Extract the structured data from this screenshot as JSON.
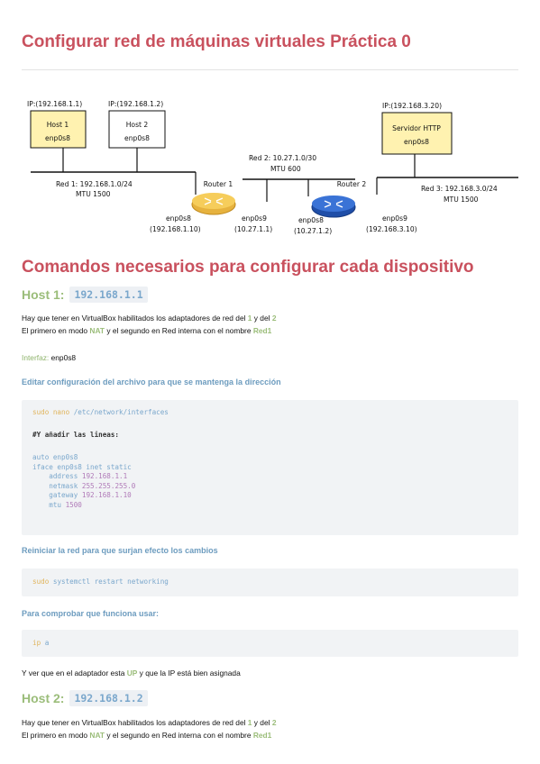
{
  "title": "Configurar red de máquinas virtuales Práctica 0",
  "diagram": {
    "host1": {
      "ip": "IP:(192.168.1.1)",
      "name": "Host 1",
      "iface": "enp0s8"
    },
    "host2": {
      "ip": "IP:(192.168.1.2)",
      "name": "Host 2",
      "iface": "enp0s8"
    },
    "server": {
      "ip": "IP:(192.168.3.20)",
      "name": "Servidor HTTP",
      "iface": "enp0s8"
    },
    "red1": {
      "label": "Red 1: 192.168.1.0/24",
      "mtu": "MTU 1500"
    },
    "red2": {
      "label": "Red 2: 10.27.1.0/30",
      "mtu": "MTU 600"
    },
    "red3": {
      "label": "Red 3: 192.168.3.0/24",
      "mtu": "MTU 1500"
    },
    "router1": {
      "name": "Router 1",
      "if_a": "enp0s8",
      "ip_a": "(192.168.1.10)",
      "if_b": "enp0s9",
      "ip_b": "(10.27.1.1)"
    },
    "router2": {
      "name": "Router 2",
      "if_a": "enp0s8",
      "ip_a": "(10.27.1.2)",
      "if_b": "enp0s9",
      "ip_b": "(192.168.3.10)"
    },
    "colors": {
      "host1_fill": "#fff2b0",
      "server_fill": "#fff2b0",
      "router1": "#f2c44f",
      "router2": "#2f63c4"
    }
  },
  "section_title": "Comandos necesarios para configurar cada dispositivo",
  "host1": {
    "heading": "Host 1:",
    "ip": "192.168.1.1",
    "line1_a": "Hay que tener en VirtualBox habilitados los adaptadores de red del ",
    "line1_n1": "1",
    "line1_b": " y del ",
    "line1_n2": "2",
    "line2_a": "El primero en modo ",
    "line2_nat": "NAT",
    "line2_b": " y el segundo en Red interna con el nombre ",
    "line2_red": "Red1",
    "iface_label": "Interfaz:",
    "iface_value": " enp0s8",
    "step1": "Editar configuración del archivo para que se mantenga la dirección",
    "code1": {
      "l1_sudo": "sudo nano",
      "l1_path": " /etc/network/interfaces",
      "l2": "#Y añadir las lineas:",
      "l3": "auto enp0s8",
      "l4": "iface enp0s8 inet static",
      "l5_k": "    address ",
      "l5_v": "192.168.1.1",
      "l6_k": "    netmask ",
      "l6_v": "255.255.255.0",
      "l7_k": "    gateway ",
      "l7_v": "192.168.1.10",
      "l8_k": "    mtu ",
      "l8_v": "1500"
    },
    "step2": "Reiniciar la red para que surjan efecto los cambios",
    "code2_sudo": "sudo",
    "code2_rest": " systemctl restart networking",
    "step3": "Para comprobar que funciona usar:",
    "code3_ip": "ip",
    "code3_rest": " a",
    "final_a": "Y ver que en el adaptador esta ",
    "final_up": "UP",
    "final_b": " y que la IP está bien asignada"
  },
  "host2": {
    "heading": "Host 2:",
    "ip": "192.168.1.2",
    "line1_a": "Hay que tener en VirtualBox habilitados los adaptadores de red del ",
    "line1_n1": "1",
    "line1_b": " y del ",
    "line1_n2": "2",
    "line2_a": "El primero en modo ",
    "line2_nat": "NAT",
    "line2_b": " y el segundo en Red interna con el nombre ",
    "line2_red": "Red1"
  }
}
